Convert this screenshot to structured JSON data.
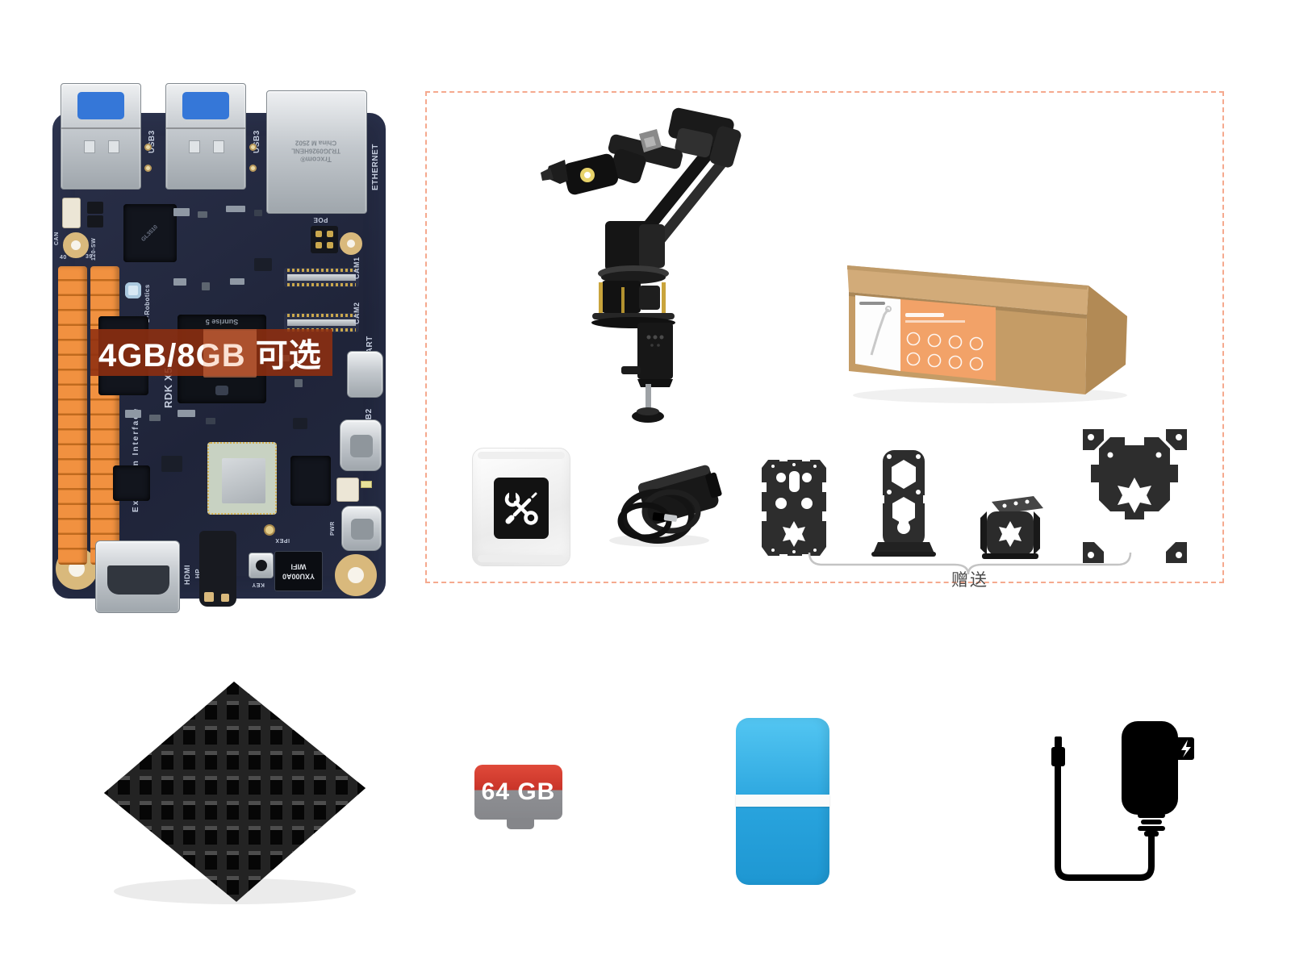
{
  "colors": {
    "background": "#ffffff",
    "dashed_border": "#f5a98e",
    "pcb": "#242a42",
    "gpio_orange": "#ef9140",
    "banner_bg": "#8e2f10",
    "sd_red": "#ce3a30",
    "sd_gray": "#8e8f93",
    "reader_blue": "#2fb0e8",
    "carton": "#c59c66"
  },
  "banner": {
    "text": "4GB/8GB 可选"
  },
  "board": {
    "labels": {
      "usb3": "USB3",
      "ethernet": "ETHERNET",
      "can": "CAN",
      "sw120": "120-SW",
      "pin40": "40",
      "pin39": "39",
      "extension": "Extension Interface",
      "model": "RDK X5",
      "brand": "D-Robotics",
      "cam1": "CAM1",
      "cam2": "CAM2",
      "poe": "POE",
      "uart": "UART",
      "usb2": "USB2",
      "pwr": "PWR",
      "hdmi": "HDMI",
      "hp": "HP",
      "key": "KEY",
      "ipex": "IPEX"
    },
    "chips": {
      "soc": "Sunrise 5",
      "usb_hub": "GL3510",
      "eth_line1": "Trxcom®",
      "eth_line2": "TRJG0926HENL",
      "eth_line3": "China M 2502",
      "wifi_line1": "YXU00A0",
      "wifi_line2": "WIFI"
    }
  },
  "bundle": {
    "gift_label": "赠送"
  },
  "sd_card": {
    "capacity": "64 GB"
  }
}
